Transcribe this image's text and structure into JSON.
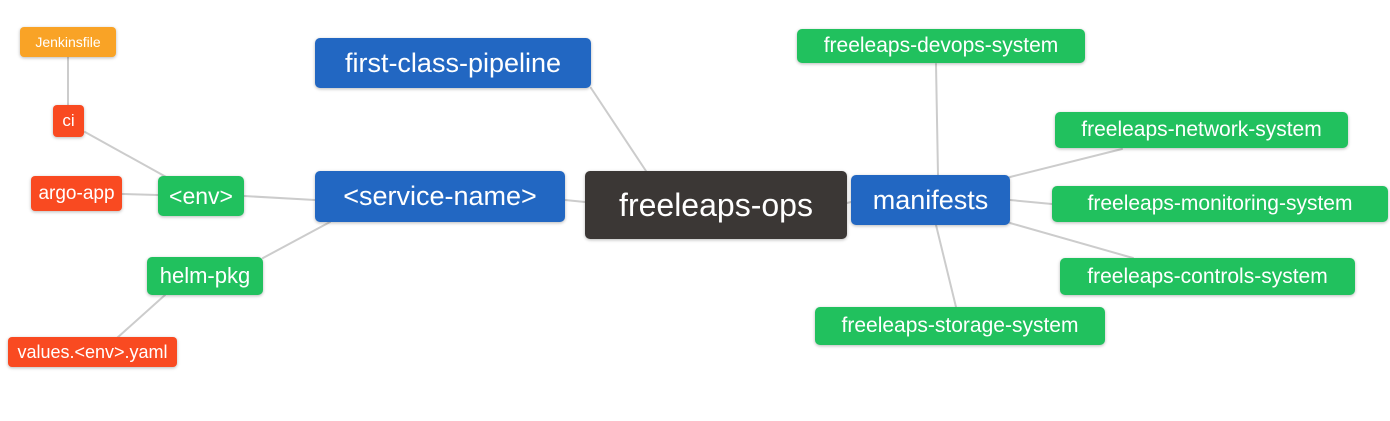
{
  "diagram": {
    "type": "mindmap",
    "background": "#ffffff"
  },
  "palette": {
    "root": "#3B3735",
    "level2": "#2267C2",
    "level3": "#21C15E",
    "level4": "#F94A21",
    "level5": "#F9A326",
    "edge": "#CCCCCC",
    "text": "#FFFFFF"
  },
  "nodes": {
    "root": {
      "label": "freeleaps-ops",
      "color_role": "root"
    },
    "first_class_pipeline": {
      "label": "first-class-pipeline",
      "color_role": "level2"
    },
    "service_name": {
      "label": "<service-name>",
      "color_role": "level2"
    },
    "manifests": {
      "label": "manifests",
      "color_role": "level2"
    },
    "env": {
      "label": "<env>",
      "color_role": "level3"
    },
    "helm_pkg": {
      "label": "helm-pkg",
      "color_role": "level3"
    },
    "ci": {
      "label": "ci",
      "color_role": "level4"
    },
    "argo_app": {
      "label": "argo-app",
      "color_role": "level4"
    },
    "values_env_yaml": {
      "label": "values.<env>.yaml",
      "color_role": "level4"
    },
    "jenkinsfile": {
      "label": "Jenkinsfile",
      "color_role": "level5"
    },
    "devops_system": {
      "label": "freeleaps-devops-system",
      "color_role": "level3"
    },
    "network_system": {
      "label": "freeleaps-network-system",
      "color_role": "level3"
    },
    "monitoring_system": {
      "label": "freeleaps-monitoring-system",
      "color_role": "level3"
    },
    "controls_system": {
      "label": "freeleaps-controls-system",
      "color_role": "level3"
    },
    "storage_system": {
      "label": "freeleaps-storage-system",
      "color_role": "level3"
    }
  },
  "edges": [
    {
      "from": "jenkinsfile",
      "to": "ci"
    },
    {
      "from": "ci",
      "to": "env"
    },
    {
      "from": "argo_app",
      "to": "env"
    },
    {
      "from": "env",
      "to": "service_name"
    },
    {
      "from": "helm_pkg",
      "to": "service_name"
    },
    {
      "from": "values_env_yaml",
      "to": "helm_pkg"
    },
    {
      "from": "first_class_pipeline",
      "to": "root"
    },
    {
      "from": "service_name",
      "to": "root"
    },
    {
      "from": "root",
      "to": "manifests"
    },
    {
      "from": "manifests",
      "to": "devops_system"
    },
    {
      "from": "manifests",
      "to": "network_system"
    },
    {
      "from": "manifests",
      "to": "monitoring_system"
    },
    {
      "from": "manifests",
      "to": "controls_system"
    },
    {
      "from": "manifests",
      "to": "storage_system"
    }
  ]
}
